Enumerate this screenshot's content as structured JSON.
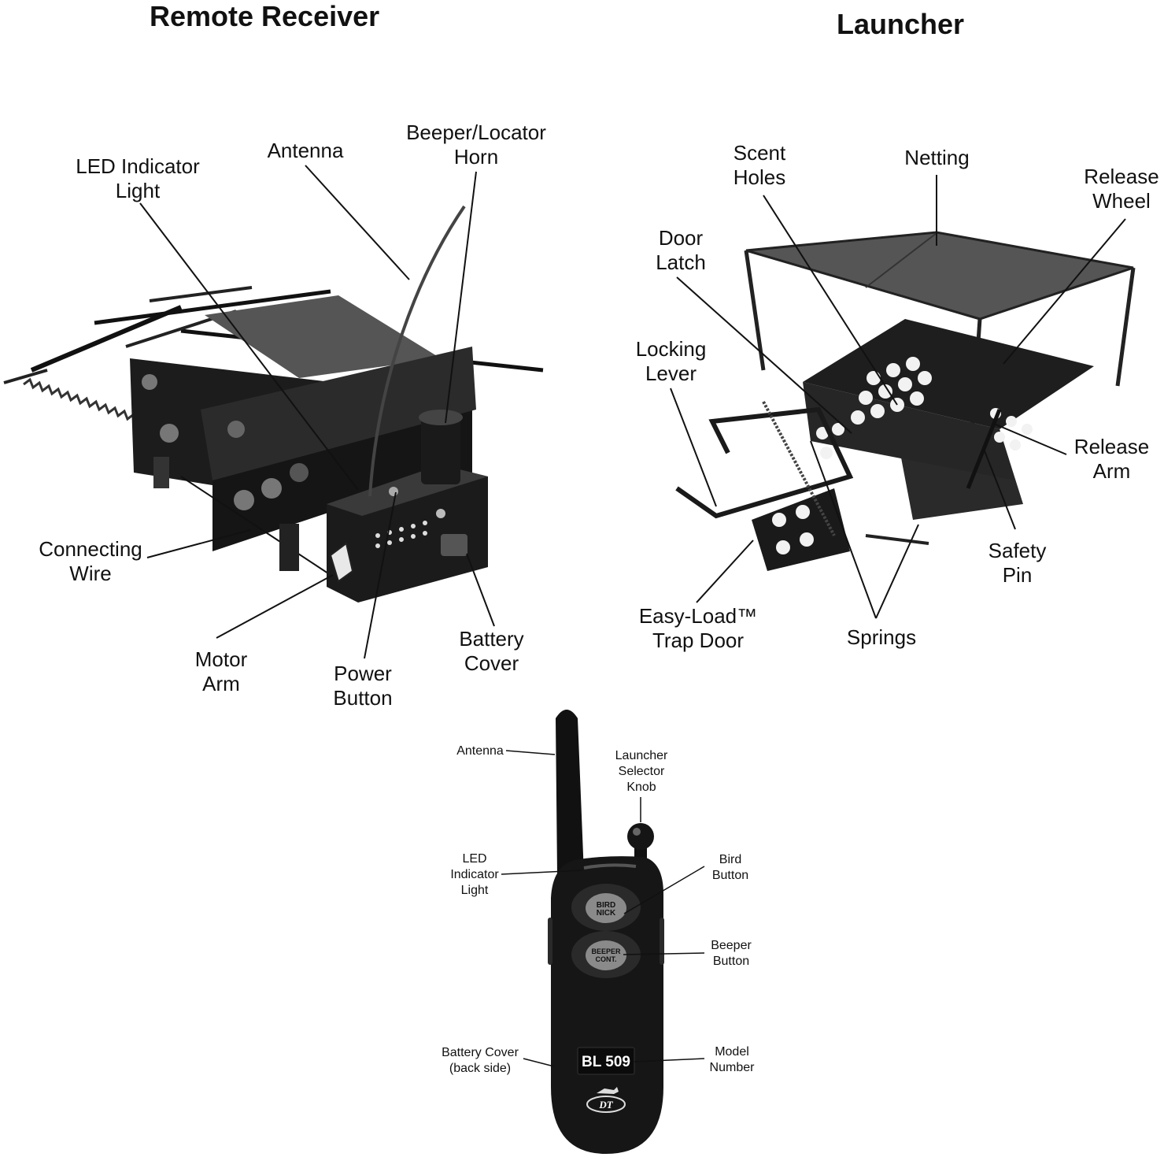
{
  "titles": {
    "receiver": "Remote Receiver",
    "launcher": "Launcher"
  },
  "receiver_labels": {
    "led": "LED Indicator\nLight",
    "antenna": "Antenna",
    "beeper": "Beeper/Locator\nHorn",
    "connecting_wire": "Connecting\nWire",
    "motor_arm": "Motor\nArm",
    "power_button": "Power\nButton",
    "battery_cover": "Battery\nCover"
  },
  "launcher_labels": {
    "scent_holes": "Scent\nHoles",
    "netting": "Netting",
    "release_wheel": "Release\nWheel",
    "door_latch": "Door\nLatch",
    "locking_lever": "Locking\nLever",
    "release_arm": "Release\nArm",
    "safety_pin": "Safety\nPin",
    "trap_door": "Easy-Load™\nTrap Door",
    "springs": "Springs"
  },
  "transmitter_labels": {
    "antenna": "Antenna",
    "selector": "Launcher\nSelector\nKnob",
    "led": "LED\nIndicator\nLight",
    "bird_button": "Bird\nButton",
    "beeper_button": "Beeper\nButton",
    "battery_cover": "Battery Cover\n(back side)",
    "model_number": "Model\nNumber"
  },
  "device_text": {
    "bird_btn": "BIRD",
    "nick_btn": "NICK",
    "beeper_btn": "BEEPER",
    "cont_btn": "CONT.",
    "model": "BL 509",
    "logo": "DT"
  }
}
